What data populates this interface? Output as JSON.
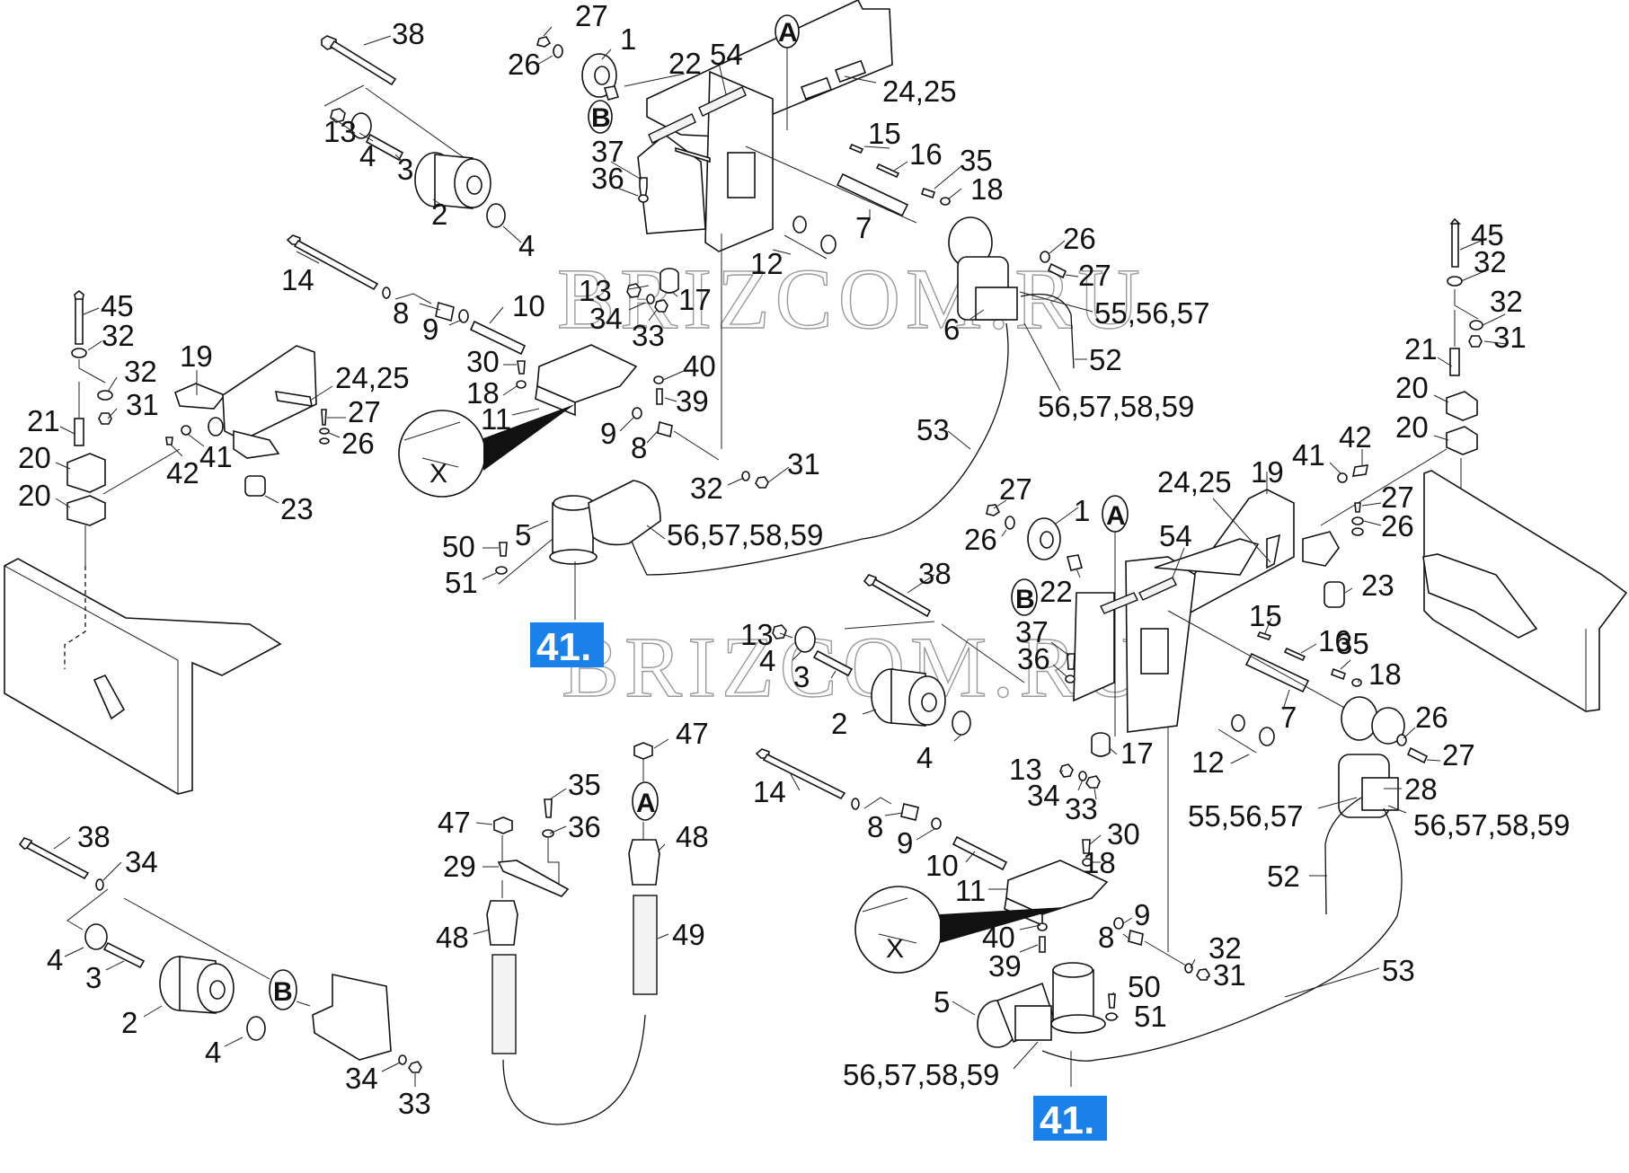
{
  "diagram": {
    "title": "Exploded parts diagram – pipe reel mount assembly",
    "watermark": "BRIZCOM.RU",
    "badge_color": "#1a80ea",
    "badges": [
      {
        "id": "badge-top",
        "text": "41."
      },
      {
        "id": "badge-bottom",
        "text": "41."
      }
    ],
    "callouts": [
      {
        "id": "callout-a-top",
        "text": "A"
      },
      {
        "id": "callout-b-top",
        "text": "B"
      },
      {
        "id": "callout-a-mid",
        "text": "A"
      },
      {
        "id": "callout-b-mid",
        "text": "B"
      },
      {
        "id": "callout-b-bottom",
        "text": "B"
      },
      {
        "id": "callout-a-hose",
        "text": "A"
      }
    ],
    "detail_views": [
      {
        "id": "detail-x-top",
        "text": "X"
      },
      {
        "id": "detail-x-bottom",
        "text": "X"
      }
    ],
    "labels": [
      {
        "text": "38",
        "group": "top-center"
      },
      {
        "text": "27",
        "group": "top-center"
      },
      {
        "text": "1",
        "group": "top-center"
      },
      {
        "text": "26",
        "group": "top-center"
      },
      {
        "text": "22",
        "group": "top-center"
      },
      {
        "text": "54",
        "group": "top-center"
      },
      {
        "text": "24,25",
        "group": "top-center"
      },
      {
        "text": "13",
        "group": "top-center"
      },
      {
        "text": "4",
        "group": "top-center"
      },
      {
        "text": "3",
        "group": "top-center"
      },
      {
        "text": "37",
        "group": "top-center"
      },
      {
        "text": "36",
        "group": "top-center"
      },
      {
        "text": "15",
        "group": "top-center"
      },
      {
        "text": "16",
        "group": "top-center"
      },
      {
        "text": "35",
        "group": "top-center"
      },
      {
        "text": "18",
        "group": "top-center"
      },
      {
        "text": "2",
        "group": "top-center"
      },
      {
        "text": "4",
        "group": "top-center"
      },
      {
        "text": "7",
        "group": "top-center"
      },
      {
        "text": "12",
        "group": "top-center"
      },
      {
        "text": "26",
        "group": "top-center"
      },
      {
        "text": "27",
        "group": "top-center"
      },
      {
        "text": "14",
        "group": "top-center"
      },
      {
        "text": "13",
        "group": "top-center"
      },
      {
        "text": "17",
        "group": "top-center"
      },
      {
        "text": "34",
        "group": "top-center"
      },
      {
        "text": "33",
        "group": "top-center"
      },
      {
        "text": "8",
        "group": "top-center"
      },
      {
        "text": "9",
        "group": "top-center"
      },
      {
        "text": "10",
        "group": "top-center"
      },
      {
        "text": "55,56,57",
        "group": "top-center"
      },
      {
        "text": "6",
        "group": "top-center"
      },
      {
        "text": "52",
        "group": "top-center"
      },
      {
        "text": "56,57,58,59",
        "group": "top-center"
      },
      {
        "text": "30",
        "group": "top-center"
      },
      {
        "text": "40",
        "group": "top-center"
      },
      {
        "text": "18",
        "group": "top-center"
      },
      {
        "text": "39",
        "group": "top-center"
      },
      {
        "text": "11",
        "group": "top-center"
      },
      {
        "text": "53",
        "group": "top-center"
      },
      {
        "text": "9",
        "group": "top-center"
      },
      {
        "text": "8",
        "group": "top-center"
      },
      {
        "text": "32",
        "group": "top-center"
      },
      {
        "text": "31",
        "group": "top-center"
      },
      {
        "text": "56,57,58,59",
        "group": "top-center"
      },
      {
        "text": "50",
        "group": "top-center"
      },
      {
        "text": "5",
        "group": "top-center"
      },
      {
        "text": "51",
        "group": "top-center"
      },
      {
        "text": "45",
        "group": "left"
      },
      {
        "text": "32",
        "group": "left"
      },
      {
        "text": "32",
        "group": "left"
      },
      {
        "text": "31",
        "group": "left"
      },
      {
        "text": "19",
        "group": "left"
      },
      {
        "text": "24,25",
        "group": "left"
      },
      {
        "text": "21",
        "group": "left"
      },
      {
        "text": "27",
        "group": "left"
      },
      {
        "text": "26",
        "group": "left"
      },
      {
        "text": "42",
        "group": "left"
      },
      {
        "text": "41",
        "group": "left"
      },
      {
        "text": "20",
        "group": "left"
      },
      {
        "text": "23",
        "group": "left"
      },
      {
        "text": "20",
        "group": "left"
      },
      {
        "text": "45",
        "group": "right"
      },
      {
        "text": "32",
        "group": "right"
      },
      {
        "text": "32",
        "group": "right"
      },
      {
        "text": "31",
        "group": "right"
      },
      {
        "text": "21",
        "group": "right"
      },
      {
        "text": "20",
        "group": "right"
      },
      {
        "text": "20",
        "group": "right"
      },
      {
        "text": "41",
        "group": "right"
      },
      {
        "text": "42",
        "group": "right"
      },
      {
        "text": "19",
        "group": "right"
      },
      {
        "text": "24,25",
        "group": "right"
      },
      {
        "text": "27",
        "group": "right"
      },
      {
        "text": "26",
        "group": "right"
      },
      {
        "text": "23",
        "group": "right"
      },
      {
        "text": "27",
        "group": "mid-right"
      },
      {
        "text": "1",
        "group": "mid-right"
      },
      {
        "text": "26",
        "group": "mid-right"
      },
      {
        "text": "22",
        "group": "mid-right"
      },
      {
        "text": "54",
        "group": "mid-right"
      },
      {
        "text": "38",
        "group": "mid-right"
      },
      {
        "text": "37",
        "group": "mid-right"
      },
      {
        "text": "36",
        "group": "mid-right"
      },
      {
        "text": "15",
        "group": "mid-right"
      },
      {
        "text": "16",
        "group": "mid-right"
      },
      {
        "text": "35",
        "group": "mid-right"
      },
      {
        "text": "18",
        "group": "mid-right"
      },
      {
        "text": "13",
        "group": "mid-right"
      },
      {
        "text": "4",
        "group": "mid-right"
      },
      {
        "text": "3",
        "group": "mid-right"
      },
      {
        "text": "2",
        "group": "mid-right"
      },
      {
        "text": "4",
        "group": "mid-right"
      },
      {
        "text": "7",
        "group": "mid-right"
      },
      {
        "text": "26",
        "group": "mid-right"
      },
      {
        "text": "27",
        "group": "mid-right"
      },
      {
        "text": "17",
        "group": "mid-right"
      },
      {
        "text": "12",
        "group": "mid-right"
      },
      {
        "text": "13",
        "group": "mid-right"
      },
      {
        "text": "34",
        "group": "mid-right"
      },
      {
        "text": "33",
        "group": "mid-right"
      },
      {
        "text": "28",
        "group": "mid-right"
      },
      {
        "text": "55,56,57",
        "group": "mid-right"
      },
      {
        "text": "56,57,58,59",
        "group": "mid-right"
      },
      {
        "text": "14",
        "group": "mid-right"
      },
      {
        "text": "8",
        "group": "mid-right"
      },
      {
        "text": "9",
        "group": "mid-right"
      },
      {
        "text": "30",
        "group": "mid-right"
      },
      {
        "text": "10",
        "group": "mid-right"
      },
      {
        "text": "18",
        "group": "mid-right"
      },
      {
        "text": "52",
        "group": "mid-right"
      },
      {
        "text": "11",
        "group": "mid-right"
      },
      {
        "text": "9",
        "group": "mid-right"
      },
      {
        "text": "40",
        "group": "mid-right"
      },
      {
        "text": "8",
        "group": "mid-right"
      },
      {
        "text": "39",
        "group": "mid-right"
      },
      {
        "text": "32",
        "group": "mid-right"
      },
      {
        "text": "31",
        "group": "mid-right"
      },
      {
        "text": "53",
        "group": "mid-right"
      },
      {
        "text": "50",
        "group": "mid-right"
      },
      {
        "text": "5",
        "group": "mid-right"
      },
      {
        "text": "51",
        "group": "mid-right"
      },
      {
        "text": "56,57,58,59",
        "group": "mid-right"
      },
      {
        "text": "47",
        "group": "hose"
      },
      {
        "text": "35",
        "group": "hose"
      },
      {
        "text": "47",
        "group": "hose"
      },
      {
        "text": "36",
        "group": "hose"
      },
      {
        "text": "48",
        "group": "hose"
      },
      {
        "text": "29",
        "group": "hose"
      },
      {
        "text": "48",
        "group": "hose"
      },
      {
        "text": "49",
        "group": "hose"
      },
      {
        "text": "38",
        "group": "bottom-left"
      },
      {
        "text": "34",
        "group": "bottom-left"
      },
      {
        "text": "4",
        "group": "bottom-left"
      },
      {
        "text": "3",
        "group": "bottom-left"
      },
      {
        "text": "2",
        "group": "bottom-left"
      },
      {
        "text": "4",
        "group": "bottom-left"
      },
      {
        "text": "34",
        "group": "bottom-left"
      },
      {
        "text": "33",
        "group": "bottom-left"
      }
    ]
  }
}
